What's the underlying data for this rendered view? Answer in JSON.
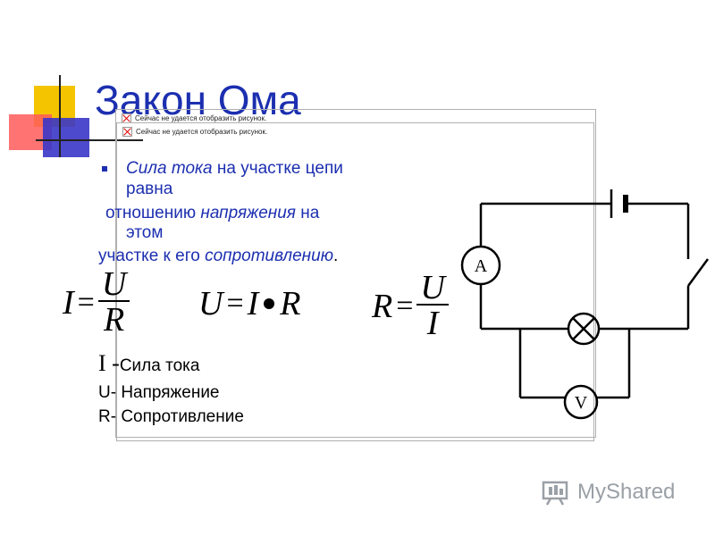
{
  "slide": {
    "title": "Закон Ома",
    "placeholders": [
      {
        "text": "Сейчас не удается отобразить рисунок."
      },
      {
        "text": "Сейчас не удается отобразить рисунок."
      }
    ],
    "definition": {
      "line1_italic": "Сила тока",
      "line1_rest": " на участке цепи",
      "line2": "равна",
      "line3_start": "отношению ",
      "line3_italic": "напряжения",
      "line3_rest": " на",
      "line4": "этом",
      "line5_start": "участке к его ",
      "line5_italic": "сопротивлению",
      "line5_end": "."
    },
    "formulas": {
      "f1": {
        "left": "I",
        "eq": "=",
        "num": "U",
        "den": "R"
      },
      "f2": {
        "a": "U",
        "eq": "=",
        "b": "I",
        "c": "R"
      },
      "f3": {
        "left": "R",
        "eq": "=",
        "num": "U",
        "den": "I"
      }
    },
    "legend": {
      "i_symbol": "I -",
      "i_text": "Сила тока",
      "u_line": "U- Напряжение",
      "r_line": "R- Сопротивление"
    },
    "circuit": {
      "ammeter_label": "A",
      "voltmeter_label": "V"
    },
    "watermark": {
      "text": "MyShared"
    }
  },
  "colors": {
    "text_blue": "#1c2fb0",
    "deco_yellow": "#f5c400",
    "deco_red": "#ff5a5a",
    "deco_blue": "#3a36c8",
    "watermark_gray": "#9aa0a6"
  }
}
